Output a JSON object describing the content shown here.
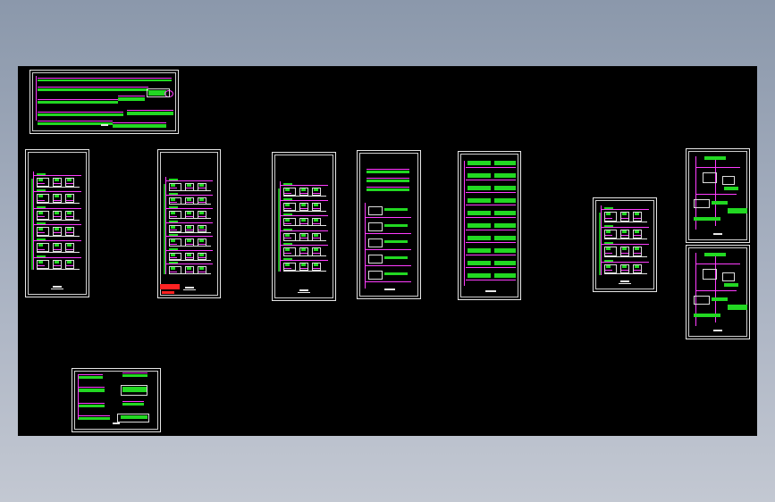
{
  "viewport": {
    "background": "#000000"
  },
  "colors": {
    "bus": "#ff3cff",
    "component": "#22d822",
    "frame": "#e6e6e6",
    "warning": "#ff2222"
  },
  "sheets": [
    {
      "id": "sheet-1",
      "layout": "wide-busbars"
    },
    {
      "id": "sheet-2",
      "layout": "circuit-rows",
      "rows": 6
    },
    {
      "id": "sheet-3",
      "layout": "circuit-rows",
      "rows": 7
    },
    {
      "id": "sheet-4",
      "layout": "circuit-rows",
      "rows": 6
    },
    {
      "id": "sheet-5",
      "layout": "mixed-rows",
      "rows": 8
    },
    {
      "id": "sheet-6",
      "layout": "green-grid",
      "rows": 10
    },
    {
      "id": "sheet-7",
      "layout": "circuit-rows",
      "rows": 4
    },
    {
      "id": "sheet-8",
      "layout": "riser"
    },
    {
      "id": "sheet-9",
      "layout": "riser"
    },
    {
      "id": "sheet-10",
      "layout": "wide-busbars-small"
    }
  ]
}
